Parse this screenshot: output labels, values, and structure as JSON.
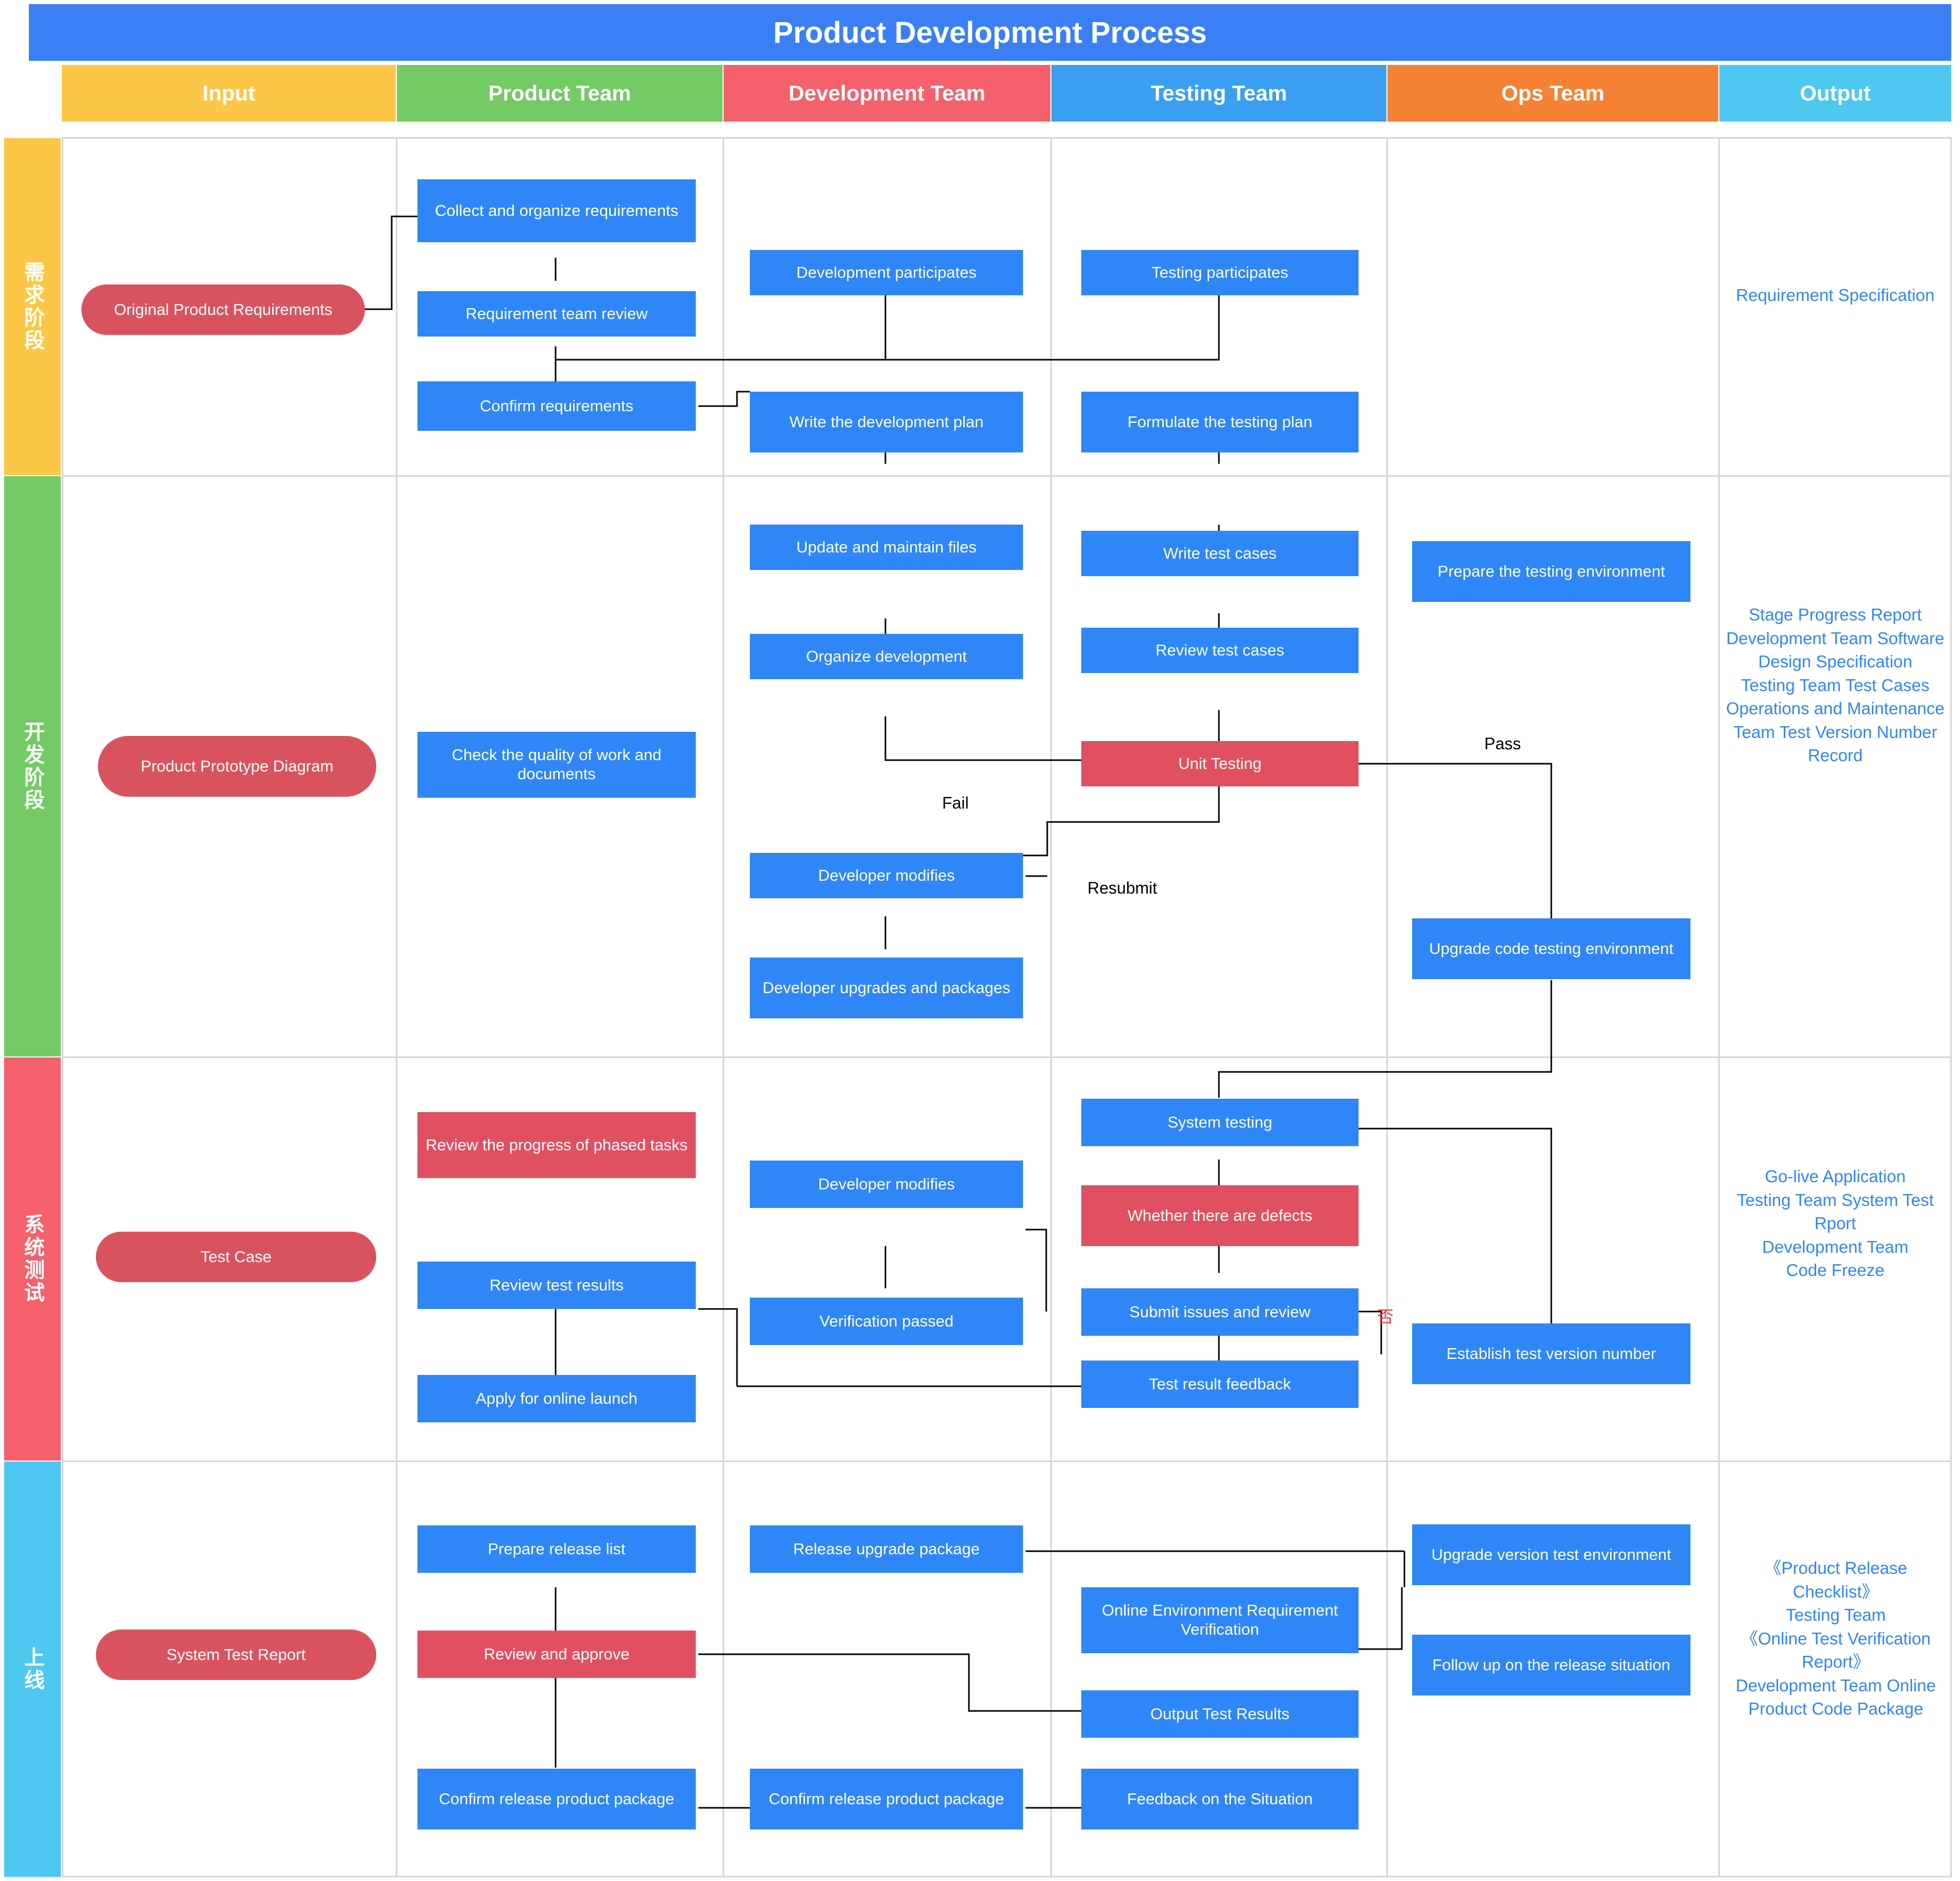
{
  "title": "Product Development Process",
  "columns": [
    {
      "label": "Input",
      "color": "#fcc747"
    },
    {
      "label": "Product Team",
      "color": "#74ca64"
    },
    {
      "label": "Development Team",
      "color": "#f4606c"
    },
    {
      "label": "Testing Team",
      "color": "#3a9ff0"
    },
    {
      "label": "Ops Team",
      "color": "#f58134"
    },
    {
      "label": "Output",
      "color": "#4ec8f0"
    }
  ],
  "phases": [
    {
      "label": "需求阶段",
      "color": "#fcc747"
    },
    {
      "label": "开发阶段",
      "color": "#74ca64"
    },
    {
      "label": "系统测试",
      "color": "#f4606c"
    },
    {
      "label": "上线",
      "color": "#4ec8f0"
    }
  ],
  "nodes": {
    "collect_requirements": "Collect and organize requirements",
    "requirement_team_review": "Requirement team review",
    "confirm_requirements": "Confirm requirements",
    "development_participates": "Development participates",
    "write_development_plan": "Write the development plan",
    "testing_participates": "Testing participates",
    "formulate_testing_plan": "Formulate the testing plan",
    "original_product_requirements": "Original Product Requirements",
    "product_prototype_diagram": "Product Prototype Diagram",
    "check_quality": "Check the quality of work and documents",
    "update_maintain_files": "Update and maintain files",
    "organize_development": "Organize development",
    "developer_modifies_dev": "Developer modifies",
    "developer_upgrades_packages": "Developer upgrades and packages",
    "write_test_cases": "Write test cases",
    "review_test_cases": "Review test cases",
    "unit_testing": "Unit Testing",
    "prepare_testing_environment": "Prepare the testing environment",
    "upgrade_code_testing_environment": "Upgrade code testing environment",
    "test_case": "Test Case",
    "review_progress": "Review the progress of phased tasks",
    "review_test_results": "Review test results",
    "apply_online_launch": "Apply for online launch",
    "developer_modifies_sys": "Developer modifies",
    "verification_passed": "Verification passed",
    "system_testing": "System testing",
    "whether_defects": "Whether there are defects",
    "submit_issues_review": "Submit issues and review",
    "test_result_feedback": "Test result feedback",
    "establish_test_version_number": "Establish test version number",
    "system_test_report": "System Test Report",
    "prepare_release_list": "Prepare release list",
    "review_and_approve": "Review and approve",
    "confirm_release_package_pt": "Confirm release product package",
    "release_upgrade_package": "Release upgrade package",
    "confirm_release_package_dev": "Confirm release product package",
    "online_env_verification": "Online Environment Requirement Verification",
    "output_test_results": "Output Test Results",
    "feedback_situation": "Feedback on the Situation",
    "upgrade_version_test_env": "Upgrade version test environment",
    "follow_up_release": "Follow up on the release situation"
  },
  "outputs": {
    "phase1": "Requirement Specification",
    "phase2": "Stage Progress Report\nDevelopment Team Software Design Specification\nTesting Team Test Cases\nOperations and Maintenance Team Test Version Number Record",
    "phase3": "Go-live Application\nTesting Team System Test Rport\nDevelopment Team\nCode Freeze",
    "phase4": "《Product Release Checklist》\nTesting Team\n《Online Test Verification Report》\nDevelopment Team Online Product Code Package"
  },
  "edge_labels": {
    "pass": "Pass",
    "fail": "Fail",
    "resubmit": "Resubmit",
    "no_cn": "否"
  },
  "colors": {
    "title_bar": "#3b7ff5",
    "node_blue": "#2f86f6",
    "node_red": "#e15060",
    "pill_red": "#d9535f",
    "output_text": "#2f86f6",
    "grid": "#d2d6dc"
  }
}
